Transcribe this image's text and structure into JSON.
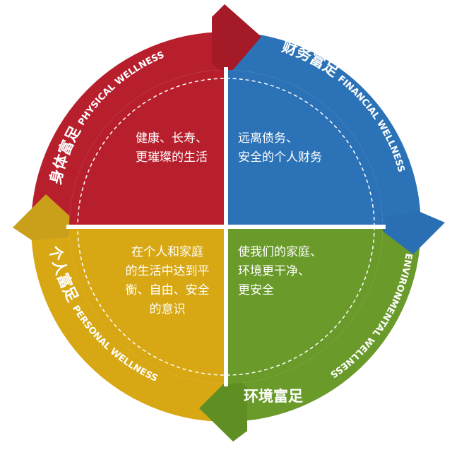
{
  "colors": {
    "physical": "#b81f2d",
    "financial": "#2c72b7",
    "environmental": "#6a9a2a",
    "personal": "#d7a814",
    "physical_arrow": "#a51a27",
    "financial_arrow": "#2a6fb4",
    "environmental_arrow": "#5f8f22",
    "personal_arrow": "#caa01a",
    "divider": "#ffffff"
  },
  "segments": [
    {
      "id": "physical",
      "title_cn": "身体富足",
      "title_en": "PHYSICAL WELLNESS",
      "text": "健康、长寿、\n更璀璨的生活"
    },
    {
      "id": "financial",
      "title_cn": "财务富足",
      "title_en": "FINANCIAL WELLNESS",
      "text": "远离债务、\n安全的个人财务"
    },
    {
      "id": "environmental",
      "title_cn": "环境富足",
      "title_en": "ENVIRONMENTAL WELLNESS",
      "text": "使我们的家庭、\n环境更干净、\n更安全"
    },
    {
      "id": "personal",
      "title_cn": "个人富足",
      "title_en": "PERSONAL WELLNESS",
      "text": "在个人和家庭\n的生活中达到平\n衡、自由、安全\n的意识"
    }
  ]
}
